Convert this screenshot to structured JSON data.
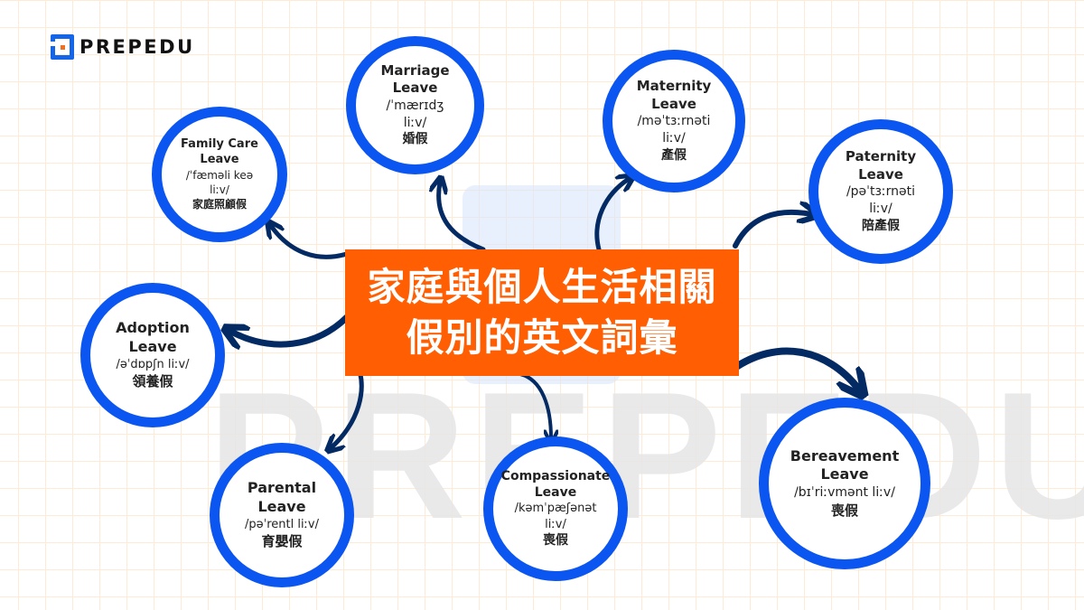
{
  "brand": {
    "name": "PREPEDU",
    "logo_icon": "prepedu-logo-icon",
    "watermark": "PREPEDU",
    "colors": {
      "primary_blue": "#0b55f0",
      "logo_blue": "#1565e8",
      "accent_orange": "#ff5e03",
      "arrow_navy": "#032a63",
      "grid": "#fdebd6"
    }
  },
  "center": {
    "line1": "家庭與個人生活相關",
    "line2": "假別的英文詞彙"
  },
  "nodes": [
    {
      "id": "family-care",
      "en1": "Family Care",
      "en2": "Leave",
      "ipa1": "/ˈfæməli keə",
      "ipa2": "liːv/",
      "zh": "家庭照顧假"
    },
    {
      "id": "marriage",
      "en1": "Marriage",
      "en2": "Leave",
      "ipa1": "/ˈmærɪdʒ",
      "ipa2": "liːv/",
      "zh": "婚假"
    },
    {
      "id": "maternity",
      "en1": "Maternity",
      "en2": "Leave",
      "ipa1": "/məˈtɜːrnəti",
      "ipa2": "liːv/",
      "zh": "產假"
    },
    {
      "id": "paternity",
      "en1": "Paternity",
      "en2": "Leave",
      "ipa1": "/pəˈtɜːrnəti",
      "ipa2": "liːv/",
      "zh": "陪產假"
    },
    {
      "id": "adoption",
      "en1": "Adoption",
      "en2": "Leave",
      "ipa1": "/əˈdɒpʃn liːv/",
      "ipa2": "",
      "zh": "領養假"
    },
    {
      "id": "parental",
      "en1": "Parental",
      "en2": "Leave",
      "ipa1": "/pəˈrentl liːv/",
      "ipa2": "",
      "zh": "育嬰假"
    },
    {
      "id": "compassionate",
      "en1": "Compassionate",
      "en2": "Leave",
      "ipa1": "/kəmˈpæʃənət",
      "ipa2": "liːv/",
      "zh": "喪假"
    },
    {
      "id": "bereavement",
      "en1": "Bereavement",
      "en2": "Leave",
      "ipa1": "/bɪˈriːvmənt liːv/",
      "ipa2": "",
      "zh": "喪假"
    }
  ]
}
